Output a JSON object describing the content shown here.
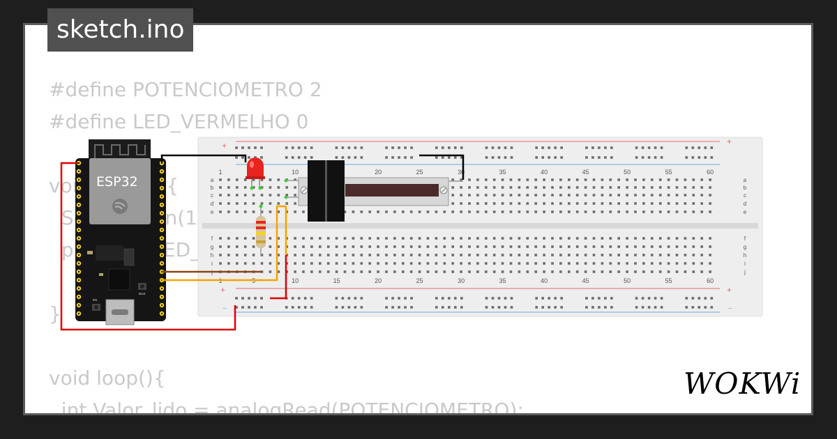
{
  "file_tab": {
    "title": "sketch.ino"
  },
  "code": [
    "#define POTENCIOMETRO 2",
    "#define LED_VERMELHO 0",
    "",
    "void setup(){",
    "  Serial.begin(115200);",
    "  pinMode(LED_VERMELHO, OUTPUT);",
    "",
    "}",
    "",
    "void loop(){",
    "  int Valor_lido = analogRead(POTENCIOMETRO);"
  ],
  "breadcrumb_note": "",
  "esp32": {
    "label": "ESP32",
    "boot_label": "Boot",
    "en_label": "EN"
  },
  "breadboard": {
    "top_numbers": [
      "1",
      "5",
      "10",
      "15",
      "20",
      "25",
      "30",
      "35",
      "40",
      "45",
      "50",
      "55",
      "60"
    ],
    "upper_rows": [
      "a",
      "b",
      "c",
      "d",
      "e"
    ],
    "lower_rows": [
      "f",
      "g",
      "h",
      "i",
      "j"
    ],
    "plus_label": "+",
    "minus_label": "−"
  },
  "logo": {
    "text": "WOKWi"
  },
  "colors": {
    "background": "#1e1e1e",
    "card": "#ffffff",
    "tab": "#505050",
    "wire_red": "#e00000",
    "wire_black": "#000000",
    "wire_brown": "#8b4513",
    "wire_orange": "#f5a300",
    "led_red": "#e8241f",
    "breadboard": "#eeeeee",
    "rail_red": "#e66b6b",
    "rail_blue": "#6fa8dc"
  },
  "icons": [
    "espressif-logo-icon",
    "wifi-antenna-icon",
    "usb-port-icon",
    "potentiometer-screw-icon"
  ]
}
